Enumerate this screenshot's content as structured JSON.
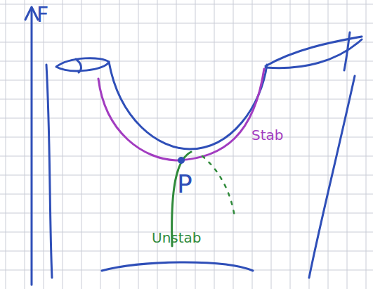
{
  "diagram": {
    "labels": [
      "F",
      "Stab",
      "P",
      "Unstab"
    ]
  }
}
